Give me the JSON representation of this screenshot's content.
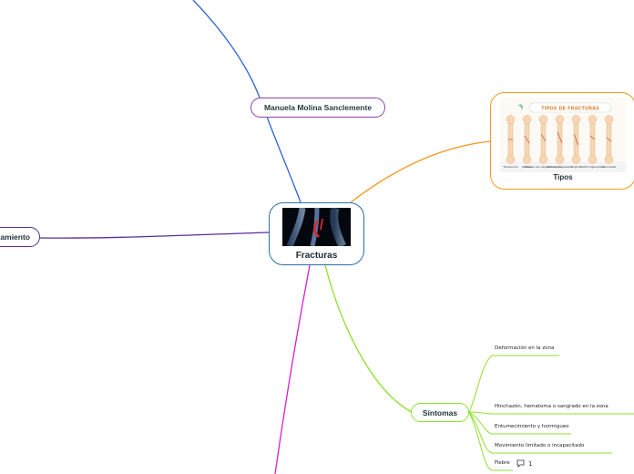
{
  "central": {
    "label": "Fracturas",
    "image": "xray-bone-image"
  },
  "author": {
    "label": "Manuela Molina Sanclemente"
  },
  "tratamiento": {
    "label": "amiento"
  },
  "tipos": {
    "label": "Tipos",
    "image_title": "TIPOS DE FRACTURAS",
    "bone_labels": [
      "Transversa",
      "Oblicua",
      "Oblicua con desplazamiento",
      "Oblicua desplazada",
      "Espiral",
      "Multi-fragmentada",
      "Conminuta"
    ]
  },
  "sintomas": {
    "label": "Síntomas",
    "items": [
      "Deformación en la zona",
      "Hinchazón, hematoma o sangrado en la zona",
      "Entumecimiento y hormigueo",
      "Movimiento limitado o incapacitado",
      "Fiebre"
    ],
    "comment_count": "1"
  },
  "colors": {
    "central_border": "#2c6fa8",
    "author_branch": "#2f64d6",
    "author_border": "#8e44ad",
    "tratamiento_branch": "#5b2c9f",
    "tipos_branch": "#f29a1d",
    "sintomas_branch": "#8ee02c",
    "magenta_branch": "#d61fd0"
  }
}
